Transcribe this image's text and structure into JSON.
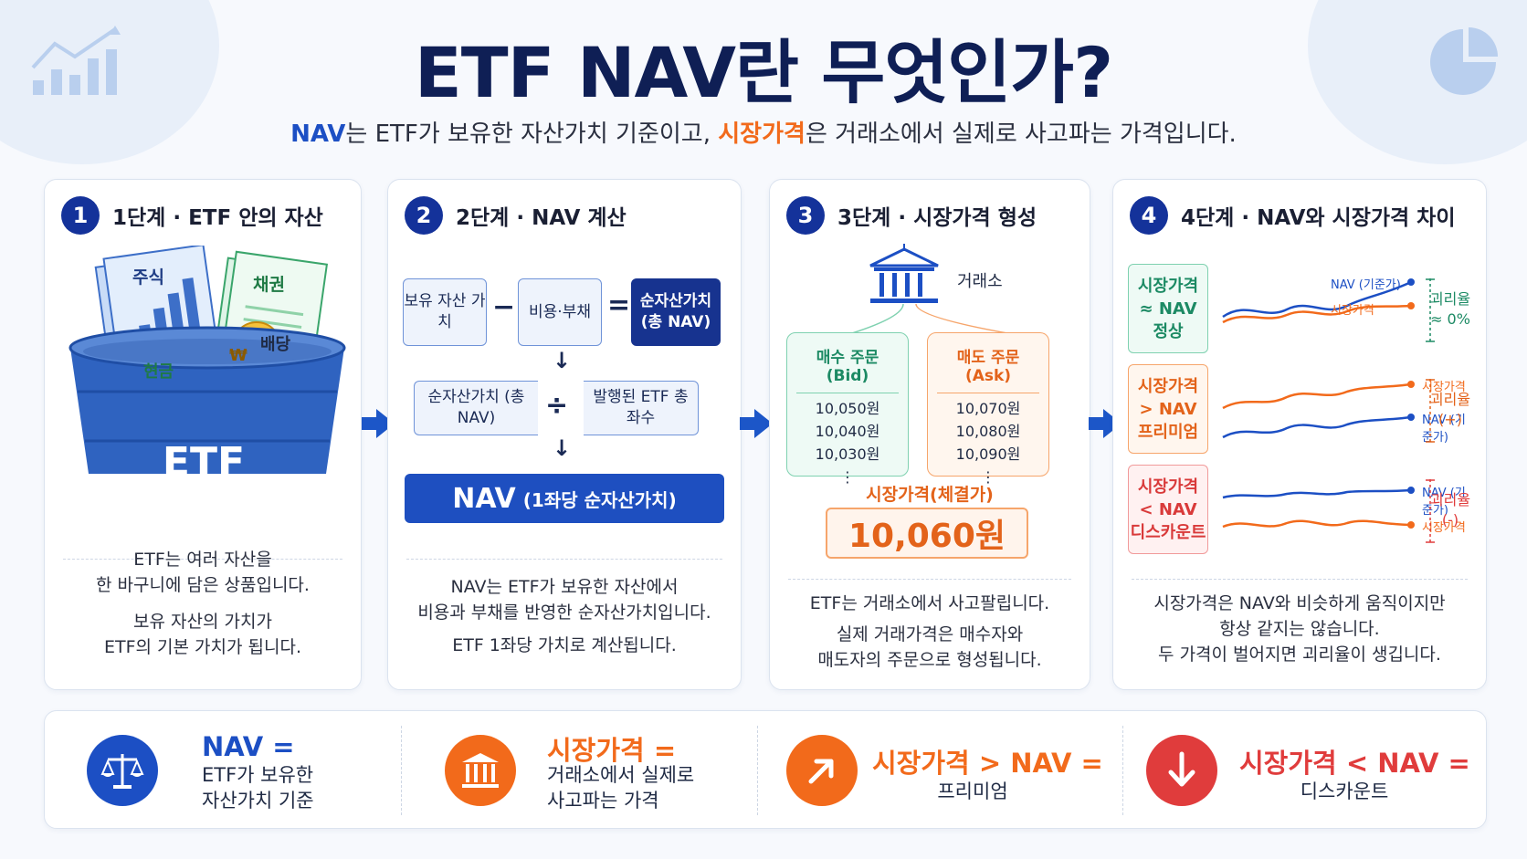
{
  "title": "ETF NAV란 무엇인가?",
  "subtitle": {
    "part1": "NAV",
    "part2": "는 ETF가 보유한 자산가치 기준이고, ",
    "part3": "시장가격",
    "part4": "은 거래소에서 실제로 사고파는 가격입니다."
  },
  "steps": [
    {
      "num": "1",
      "title": "1단계 · ETF 안의 자산",
      "basket": {
        "stock": "주식",
        "bond": "채권",
        "cash": "현금",
        "dividend": "배당",
        "etf": "ETF",
        "coin": "₩"
      },
      "text1": [
        "ETF는 여러 자산을",
        "한 바구니에 담은 상품입니다."
      ],
      "text2": [
        "보유 자산의 가치가",
        "ETF의 기본 가치가 됩니다."
      ]
    },
    {
      "num": "2",
      "title": "2단계 · NAV 계산",
      "box_assets": "보유 자산 가치",
      "minus": "−",
      "box_costs": "비용·부채",
      "equals": "=",
      "box_total": "순자산가치 (총 NAV)",
      "arrow": "↓",
      "box_total2": "순자산가치 (총 NAV)",
      "divide": "÷",
      "box_shares": "발행된 ETF 총 좌수",
      "nav_main": "NAV",
      "nav_sub": "(1좌당 순자산가치)",
      "text1": [
        "NAV는 ETF가 보유한 자산에서",
        "비용과 부채를 반영한 순자산가치입니다."
      ],
      "text2": [
        "ETF 1좌당 가치로 계산됩니다."
      ]
    },
    {
      "num": "3",
      "title": "3단계 · 시장가격 형성",
      "exchange": "거래소",
      "bid_title": "매수 주문 (Bid)",
      "bid_prices": [
        "10,050원",
        "10,040원",
        "10,030원",
        "⋮"
      ],
      "ask_title": "매도 주문 (Ask)",
      "ask_prices": [
        "10,070원",
        "10,080원",
        "10,090원",
        "⋮"
      ],
      "market_label": "시장가격(체결가)",
      "market_price": "10,060원",
      "text1": [
        "ETF는 거래소에서 사고팔립니다."
      ],
      "text2": [
        "실제 거래가격은 매수자와",
        "매도자의 주문으로 형성됩니다."
      ]
    },
    {
      "num": "4",
      "title": "4단계 · NAV와 시장가격 차이",
      "rows": [
        {
          "label": [
            "시장가격",
            "≈ NAV",
            "정상"
          ],
          "top_line": "NAV (기준가)",
          "bottom_line": "시장가격",
          "gap": [
            "괴리율",
            "≈ 0%"
          ]
        },
        {
          "label": [
            "시장가격",
            "> NAV",
            "프리미엄"
          ],
          "top_line": "시장가격",
          "bottom_line": "NAV (기준가)",
          "gap": [
            "괴리율",
            "(+)"
          ]
        },
        {
          "label": [
            "시장가격",
            "< NAV",
            "디스카운트"
          ],
          "top_line": "NAV (기준가)",
          "bottom_line": "시장가격",
          "gap": [
            "괴리율",
            "(-)"
          ]
        }
      ],
      "text1": [
        "시장가격은 NAV와 비슷하게 움직이지만",
        "항상 같지는 않습니다.",
        "두 가격이 벌어지면 괴리율이 생깁니다."
      ]
    }
  ],
  "summary": [
    {
      "title": "NAV =",
      "desc": [
        "ETF가 보유한",
        "자산가치 기준"
      ],
      "icon": "scale-icon",
      "color": "#1c4fc4"
    },
    {
      "title": "시장가격 =",
      "desc": [
        "거래소에서 실제로",
        "사고파는 가격"
      ],
      "icon": "exchange-building-icon",
      "color": "#f26a1b"
    },
    {
      "title": "시장가격 > NAV =",
      "desc": [
        "프리미엄"
      ],
      "icon": "arrow-up-icon",
      "color": "#f26a1b"
    },
    {
      "title": "시장가격 < NAV =",
      "desc": [
        "디스카운트"
      ],
      "icon": "arrow-down-icon",
      "color": "#e03c3c"
    }
  ],
  "colors": {
    "navy": "#0f1f55",
    "blue": "#1c4fc4",
    "orange": "#f26a1b",
    "green": "#1c8a64",
    "red": "#e03c3c"
  }
}
